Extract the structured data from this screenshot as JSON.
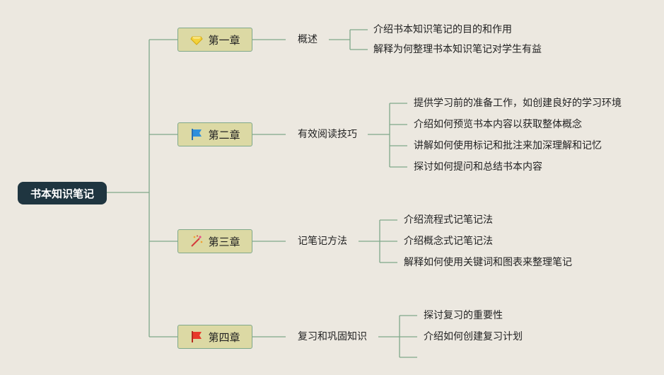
{
  "root": {
    "label": "书本知识笔记"
  },
  "chapters": [
    {
      "label": "第一章",
      "icon": "diamond-icon",
      "topic": "概述",
      "details": [
        "介绍书本知识笔记的目的和作用",
        "解释为何整理书本知识笔记对学生有益"
      ]
    },
    {
      "label": "第二章",
      "icon": "blue-flag-icon",
      "topic": "有效阅读技巧",
      "details": [
        "提供学习前的准备工作，如创建良好的学习环境",
        "介绍如何预览书本内容以获取整体概念",
        "讲解如何使用标记和批注来加深理解和记忆",
        "探讨如何提问和总结书本内容"
      ]
    },
    {
      "label": "第三章",
      "icon": "sparkle-icon",
      "topic": "记笔记方法",
      "details": [
        "介绍流程式记笔记法",
        "介绍概念式记笔记法",
        "解释如何使用关键词和图表来整理笔记"
      ]
    },
    {
      "label": "第四章",
      "icon": "red-flag-icon",
      "topic": "复习和巩固知识",
      "details": [
        "探讨复习的重要性",
        "介绍如何创建复习计划",
        ""
      ]
    }
  ],
  "colors": {
    "line": "#7fa88a",
    "root_bg": "#1f3540",
    "chapter_bg": "#dcd9a4",
    "background": "#ece8e0"
  }
}
